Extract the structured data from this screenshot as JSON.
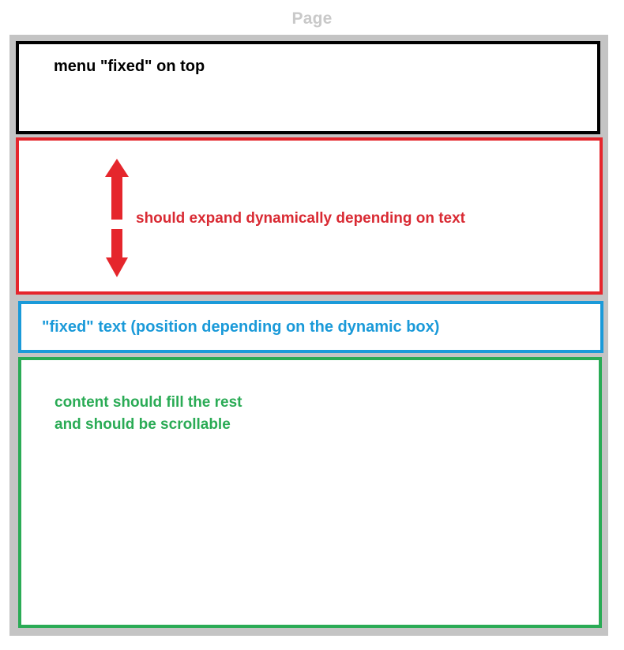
{
  "page": {
    "caption": "Page",
    "caption_color": "#c9c9c9",
    "frame_color": "#c4c4c4"
  },
  "menu_box": {
    "name": "menu-box",
    "label": "menu \"fixed\" on top",
    "border_color": "#000000",
    "text_color": "#000000"
  },
  "dynamic_box": {
    "name": "dynamic-box",
    "label": "should expand dynamically depending on text",
    "border_color": "#e5262c",
    "text_color": "#d92a33",
    "arrow_icon": "double-vertical-arrow-icon",
    "arrow_color": "#e5262c"
  },
  "fixed_box": {
    "name": "fixed-text-box",
    "label": "\"fixed\" text (position depending on the dynamic box)",
    "border_color": "#1a9ad9",
    "text_color": "#1a9ad9"
  },
  "content_box": {
    "name": "content-box",
    "label": "content should fill the rest\nand should be scrollable",
    "line_1": "content should fill the rest",
    "line_2": "and should be scrollable",
    "border_color": "#2aab55",
    "text_color": "#2aab55"
  }
}
